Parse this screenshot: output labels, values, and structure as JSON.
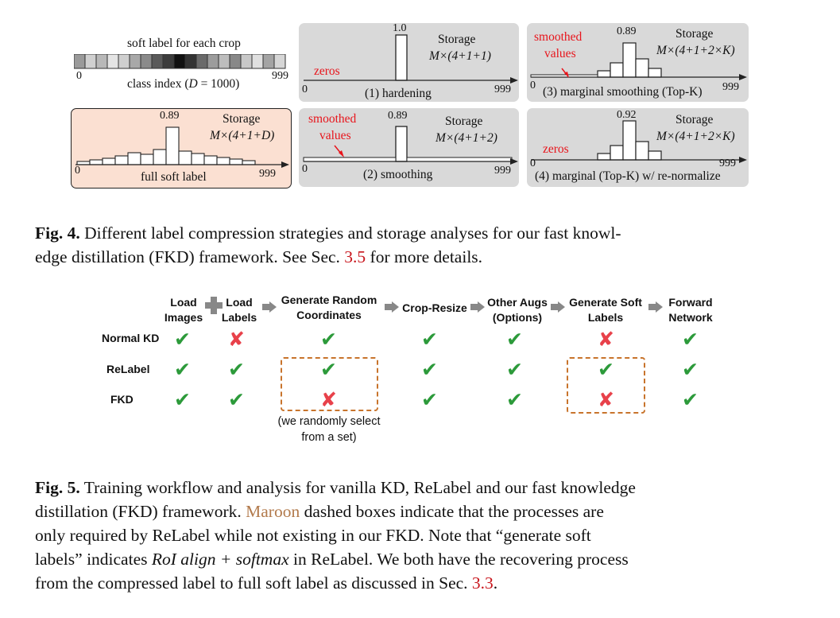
{
  "fig4": {
    "legend_title": "soft label for each crop",
    "legend_axis_left": "0",
    "legend_axis_right": "999",
    "legend_axis_caption": "class index (D = 1000)",
    "panels": {
      "hardening": {
        "value": "1.0",
        "storage_title": "Storage",
        "storage_formula": "M×(4+1+1)",
        "zeros": "zeros",
        "axis_left": "0",
        "axis_right": "999",
        "caption": "(1) hardening"
      },
      "marginal_smoothing": {
        "smoothed_line1": "smoothed",
        "smoothed_line2": "values",
        "value": "0.89",
        "storage_title": "Storage",
        "storage_formula": "M×(4+1+2×K)",
        "axis_left": "0",
        "axis_right": "999",
        "caption": "(3) marginal smoothing (Top-K)"
      },
      "full": {
        "value": "0.89",
        "storage_title": "Storage",
        "storage_formula": "M×(4+1+D)",
        "axis_left": "0",
        "axis_right": "999",
        "caption": "full soft label"
      },
      "smoothing": {
        "smoothed_line1": "smoothed",
        "smoothed_line2": "values",
        "value": "0.89",
        "storage_title": "Storage",
        "storage_formula": "M×(4+1+2)",
        "axis_left": "0",
        "axis_right": "999",
        "caption": "(2) smoothing"
      },
      "marginal_renorm": {
        "value": "0.92",
        "storage_title": "Storage",
        "storage_formula": "M×(4+1+2×K)",
        "zeros": "zeros",
        "axis_left": "0",
        "axis_right": "999",
        "caption": "(4) marginal (Top-K) w/ re-normalize"
      }
    },
    "caption_label": "Fig. 4.",
    "caption_text1": " Different label compression strategies and storage analyses for our fast knowl-",
    "caption_text2a": "edge distillation (FKD) framework. See Sec. ",
    "caption_ref": "3.5",
    "caption_text2b": " for more details."
  },
  "fig5": {
    "steps": [
      {
        "line1": "Load",
        "line2": "Images"
      },
      {
        "line1": "Load",
        "line2": "Labels"
      },
      {
        "line1": "Generate Random",
        "line2": "Coordinates"
      },
      {
        "line1": "Crop-Resize",
        "line2": ""
      },
      {
        "line1": "Other Augs",
        "line2": "(Options)"
      },
      {
        "line1": "Generate Soft",
        "line2": "Labels"
      },
      {
        "line1": "Forward",
        "line2": "Network"
      }
    ],
    "rows": [
      {
        "name": "Normal KD",
        "marks": [
          "✔",
          "✘",
          "✔",
          "✔",
          "✔",
          "✘",
          "✔"
        ]
      },
      {
        "name": "ReLabel",
        "marks": [
          "✔",
          "✔",
          "✔",
          "✔",
          "✔",
          "✔",
          "✔"
        ]
      },
      {
        "name": "FKD",
        "marks": [
          "✔",
          "✔",
          "✘",
          "✔",
          "✔",
          "✘",
          "✔"
        ]
      }
    ],
    "note_line1": "(we randomly select",
    "note_line2": "from a set)",
    "caption_label": "Fig. 5.",
    "caption_l1": " Training workflow and analysis for vanilla KD, ReLabel and our fast knowledge",
    "caption_l2": "distillation (FKD) framework. ",
    "caption_maroon": "Maroon",
    "caption_l2b": " dashed boxes indicate that the processes are",
    "caption_l3": "only required by ReLabel while not existing in our FKD. Note that “generate soft",
    "caption_l4a": "labels” indicates ",
    "caption_l4_em": "RoI align + softmax",
    "caption_l4b": " in ReLabel. We both have the recovering process",
    "caption_l5a": "from the compressed label to full soft label as discussed in Sec. ",
    "caption_ref": "3.3",
    "caption_l5b": "."
  },
  "colors": {
    "check": "#2c9a3a",
    "cross": "#e8414a",
    "maroon": "#c8742c",
    "panel_gray": "#d9d9d9",
    "panel_pink": "#fbe0d2",
    "ref_red": "#c8141b"
  }
}
